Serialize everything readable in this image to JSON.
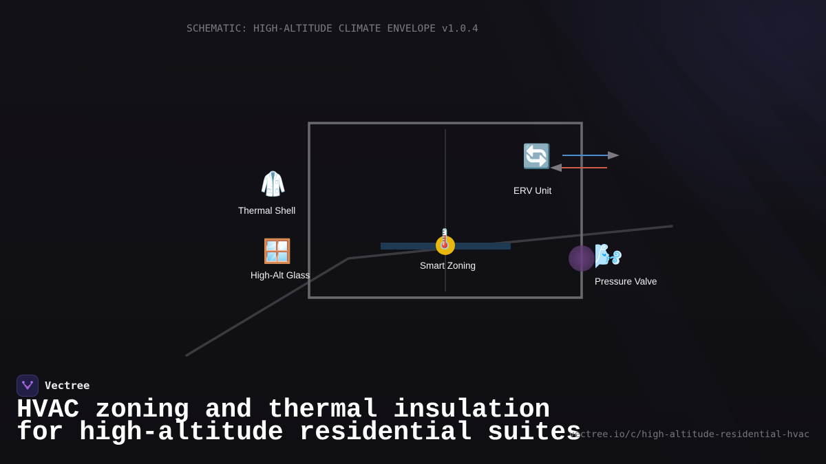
{
  "schematic_label": "SCHEMATIC: HIGH-ALTITUDE CLIMATE ENVELOPE v1.0.4",
  "nodes": {
    "thermal_shell": {
      "icon": "coat-icon",
      "glyph": "🥼",
      "label": "Thermal Shell"
    },
    "high_alt_glass": {
      "icon": "window-icon",
      "glyph": "🪟",
      "label": "High-Alt Glass"
    },
    "smart_zoning": {
      "icon": "thermometer-icon",
      "glyph": "🌡️",
      "label": "Smart Zoning"
    },
    "erv_unit": {
      "icon": "recycle-arrows-icon",
      "glyph": "🔄",
      "label": "ERV Unit"
    },
    "pressure_valve": {
      "icon": "wind-blowing-icon",
      "glyph": "🌬️",
      "label": "Pressure Valve"
    }
  },
  "colors": {
    "envelope_stroke": "#6a6a6e",
    "supply_air": "#4a8fd0",
    "exhaust_air": "#d05c44",
    "zoning_dot": "#e8b80e",
    "zoning_bar": "#1d3a52",
    "valve_glow": "#5a3a6e",
    "brand_accent": "#8f5ad8"
  },
  "brand": {
    "logo_icon": "vectree-logo-icon",
    "name": "Vectree"
  },
  "headline": {
    "line1": "HVAC zoning and thermal insulation",
    "line2": "for high-altitude residential suites"
  },
  "url": "vectree.io/c/high-altitude-residential-hvac"
}
